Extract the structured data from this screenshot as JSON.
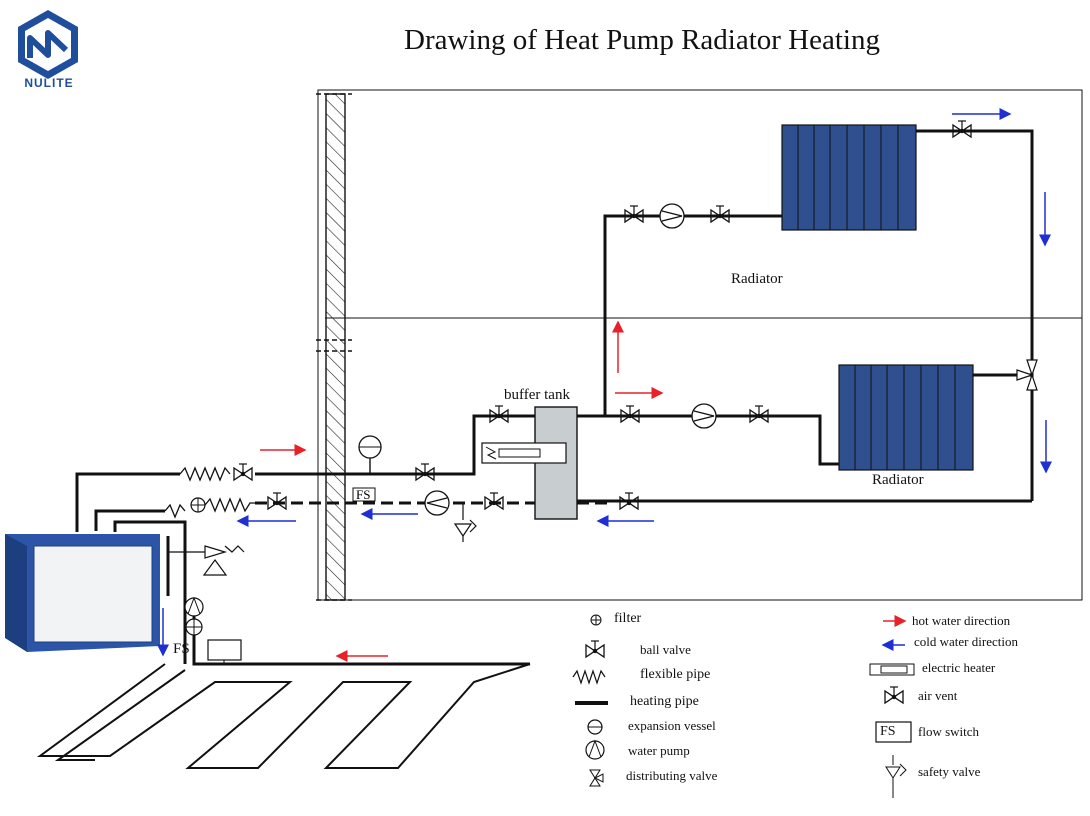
{
  "title": "Drawing of Heat Pump Radiator Heating",
  "brand": {
    "name": "NULITE",
    "color": "#1e4e9c"
  },
  "colors": {
    "hot_arrow": "#e8202a",
    "cold_arrow": "#1f2fd0",
    "radiator": "#2f4f8f",
    "unit_body": "#2c55a8",
    "tank": "#c8cdd0"
  },
  "labels": {
    "radiator_upper": "Radiator",
    "radiator_lower": "Radiator",
    "buffer_tank": "buffer tank",
    "fs_main": "FS",
    "fs_small": "FS"
  },
  "legend": {
    "filter": "filter",
    "ball_valve": "ball valve",
    "flexible_pipe": "flexible pipe",
    "heating_pipe": "heating pipe",
    "expansion_vessel": "expansion vessel",
    "water_pump": "water pump",
    "distributing_valve": "distributing valve",
    "hot_water_direction": "hot water direction",
    "cold_water_direction": "cold   water direction",
    "electric_heater": "electric heater",
    "air_vent": "air vent",
    "flow_switch": "flow switch",
    "safety_valve": "safety valve",
    "fs_box": "FS"
  }
}
